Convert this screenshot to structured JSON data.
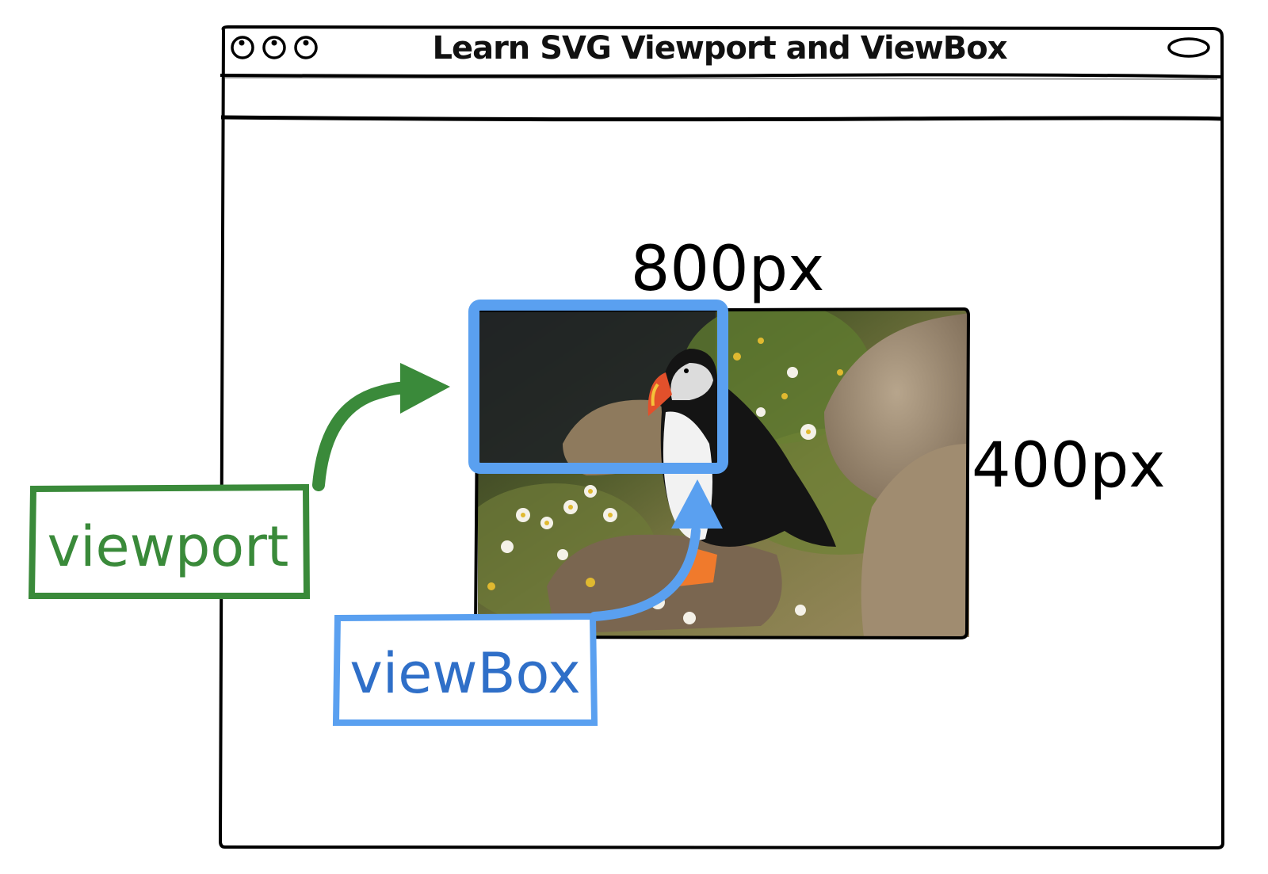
{
  "window": {
    "title": "Learn SVG Viewport and ViewBox",
    "controls": [
      "window-button-1",
      "window-button-2",
      "window-button-3"
    ]
  },
  "dimensions": {
    "width_label": "800px",
    "height_label": "400px"
  },
  "callouts": {
    "viewport": {
      "label": "viewport",
      "color": "#3a8a3a"
    },
    "viewbox": {
      "label": "viewBox",
      "color": "#5aa0f0",
      "text_color": "#2f6fc8"
    }
  },
  "photo": {
    "subject": "puffin on a rocky cliff with daisies"
  }
}
